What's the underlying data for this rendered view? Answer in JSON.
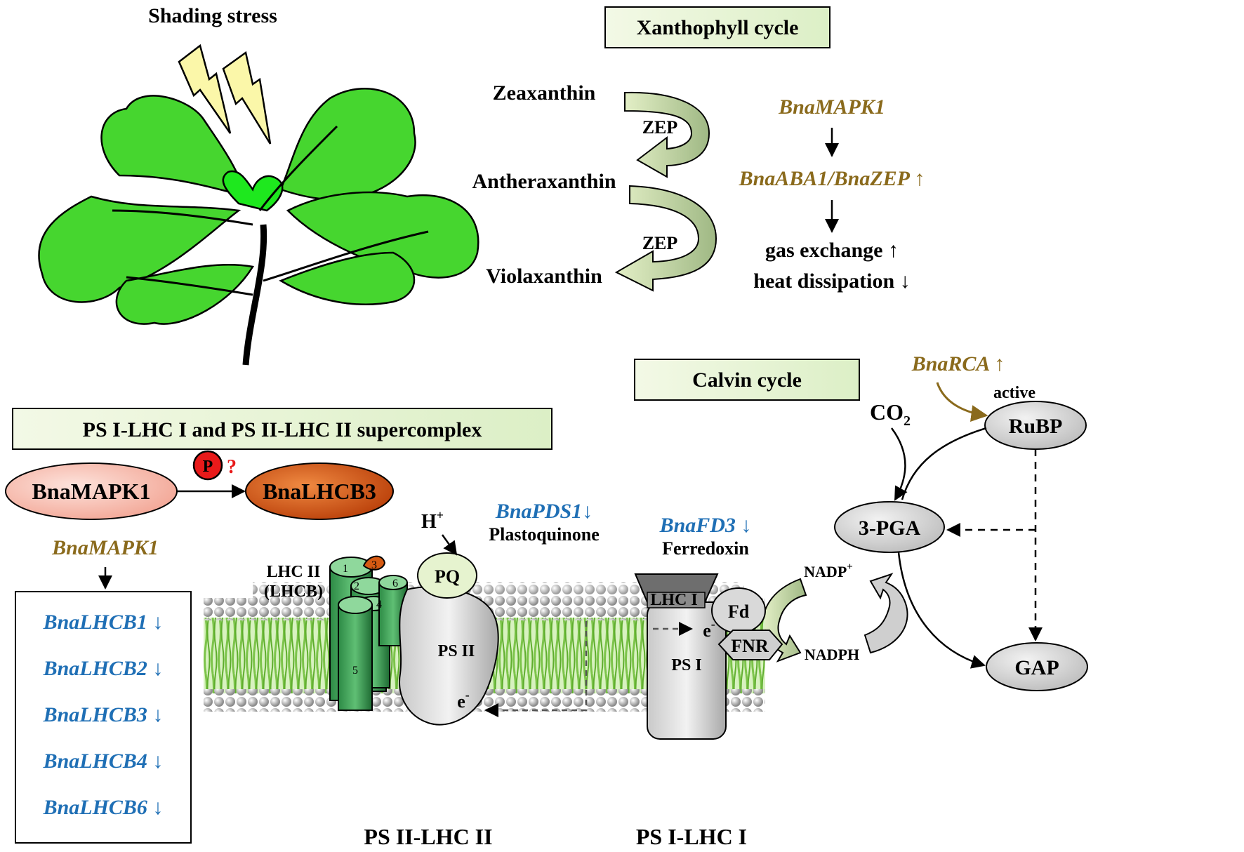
{
  "shading": {
    "title": "Shading stress"
  },
  "xanthophyll": {
    "box": "Xanthophyll cycle",
    "zeaxanthin": "Zeaxanthin",
    "antheraxanthin": "Antheraxanthin",
    "violaxanthin": "Violaxanthin",
    "zep1": "ZEP",
    "zep2": "ZEP",
    "mapk": "BnaMAPK1",
    "aba": "BnaABA1/BnaZEP ↑",
    "gas": "gas exchange ↑",
    "heat": "heat dissipation ↓"
  },
  "calvin": {
    "box": "Calvin cycle",
    "rca": "BnaRCA ↑",
    "active": "active",
    "co2": "CO",
    "co2_sub": "2",
    "rubp": "RuBP",
    "pga": "3-PGA",
    "gap": "GAP",
    "nadp": "NADP",
    "nadp_sup": "+",
    "nadph": "NADPH"
  },
  "supercomplex": {
    "box": "PS I-LHC I and PS II-LHC II supercomplex",
    "mapk": "BnaMAPK1",
    "lhcb3": "BnaLHCB3",
    "p": "P",
    "question": "?",
    "mapk2": "BnaMAPK1",
    "genes": [
      "BnaLHCB1 ↓",
      "BnaLHCB2 ↓",
      "BnaLHCB3 ↓",
      "BnaLHCB4 ↓",
      "BnaLHCB6 ↓"
    ]
  },
  "membrane": {
    "hplus": "H",
    "hplus_sup": "+",
    "pds": "BnaPDS1↓",
    "plastoquinone": "Plastoquinone",
    "pq": "PQ",
    "lhcii_1": "LHC II",
    "lhcii_2": "(LHCB)",
    "seg1": "1",
    "seg2": "2",
    "seg3": "3",
    "seg4": "4",
    "seg5": "5",
    "seg6": "6",
    "psii": "PS II",
    "e1": "e",
    "e1_sup": "-",
    "fd3": "BnaFD3 ↓",
    "ferredoxin": "Ferredoxin",
    "lhci": "LHC I",
    "fd": "Fd",
    "e2": "e",
    "e2_sup": "-",
    "psi": "PS I",
    "fnr": "FNR",
    "label_psii": "PS II-LHC II",
    "label_psi": "PS I-LHC I"
  }
}
